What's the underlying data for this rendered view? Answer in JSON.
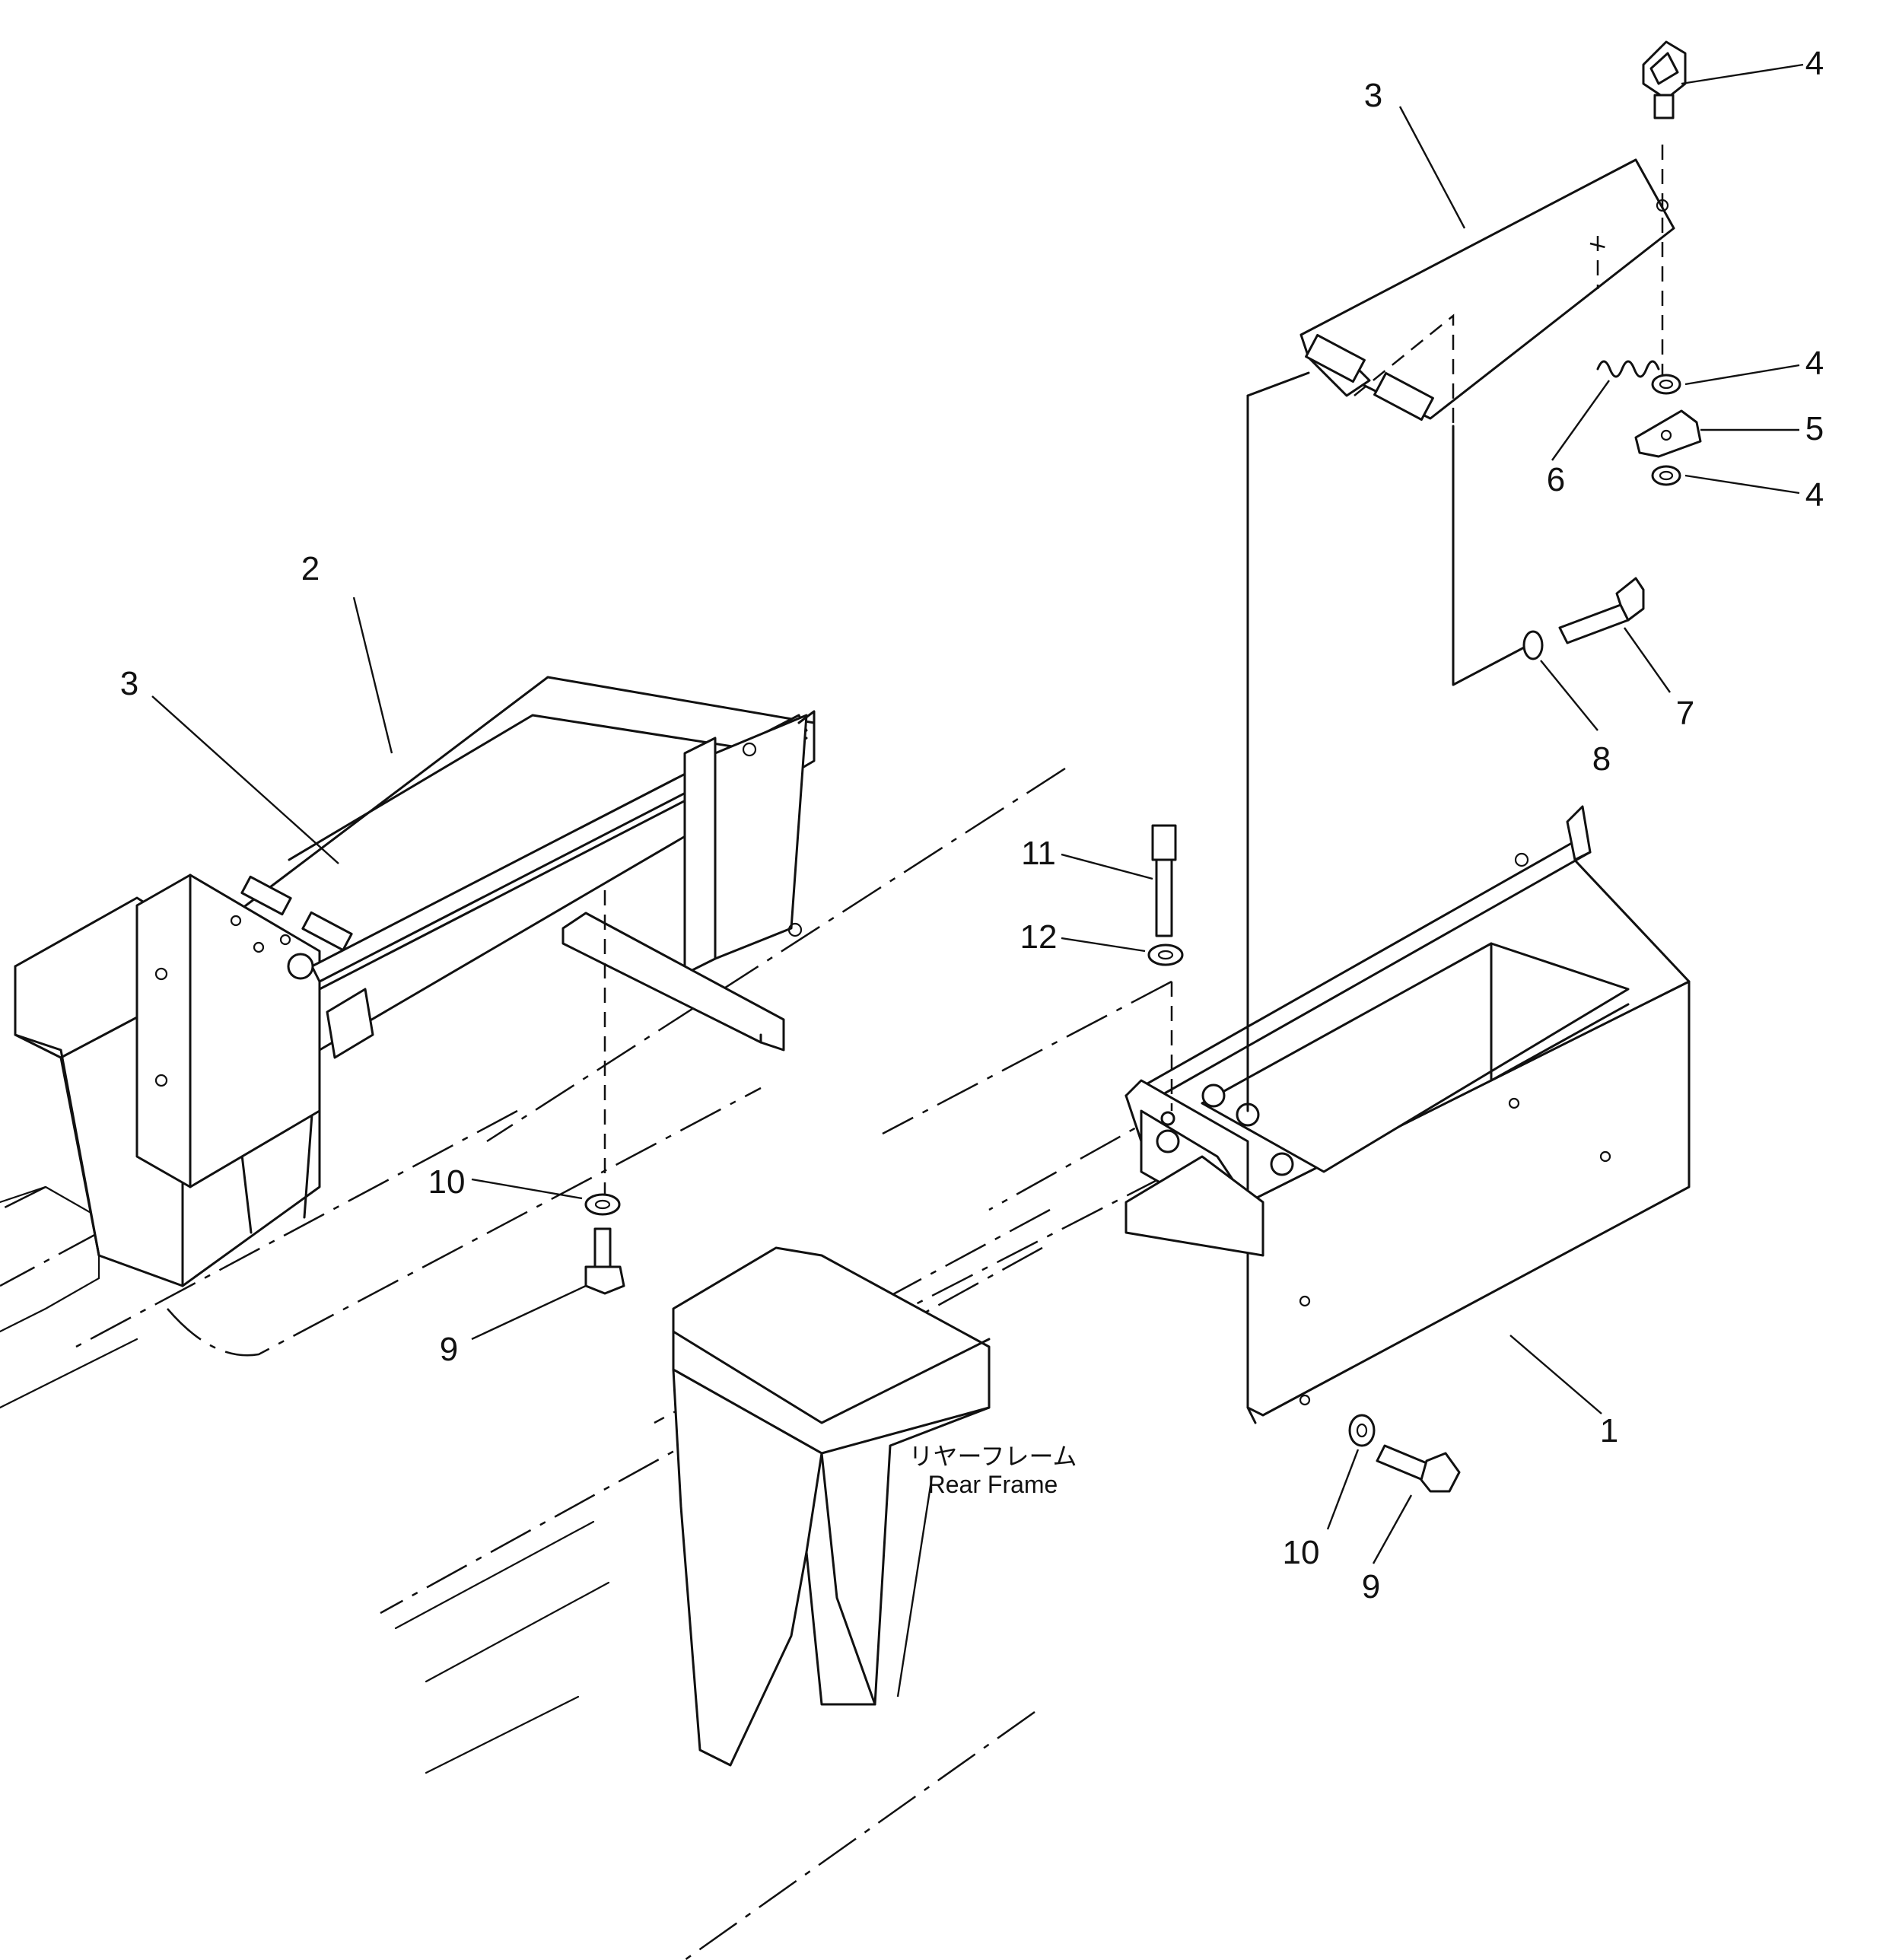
{
  "callouts": {
    "c1": "1",
    "c2": "2",
    "c3a": "3",
    "c3b": "3",
    "c4a": "4",
    "c4b": "4",
    "c4c": "4",
    "c5": "5",
    "c6": "6",
    "c7": "7",
    "c8": "8",
    "c9a": "9",
    "c9b": "9",
    "c10a": "10",
    "c10b": "10",
    "c11": "11",
    "c12": "12"
  },
  "frame_label": {
    "japanese": "リヤーフレーム",
    "english": "Rear Frame"
  }
}
